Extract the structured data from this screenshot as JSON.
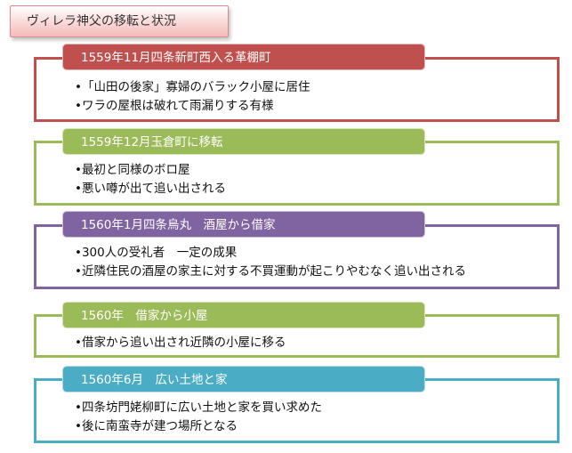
{
  "title": "ヴィレラ神父の移転と状況",
  "sections": [
    {
      "heading": "1559年11月四条新町西入る革棚町",
      "color": "#c0504d",
      "items": [
        "•「山田の後家」寡婦のバラック小屋に居住",
        "•ワラの屋根は破れて雨漏りする有様"
      ]
    },
    {
      "heading": "1559年12月玉倉町に移転",
      "color": "#9bbb59",
      "items": [
        "•最初と同様のボロ屋",
        "•悪い噂が出て追い出される"
      ]
    },
    {
      "heading": "1560年1月四条烏丸　酒屋から借家",
      "color": "#8064a2",
      "items": [
        "•300人の受礼者　一定の成果",
        "•近隣住民の酒屋の家主に対する不買運動が起こりやむなく追い出される"
      ]
    },
    {
      "heading": "1560年　借家から小屋",
      "color": "#9bbb59",
      "items": [
        "•借家から追い出され近隣の小屋に移る"
      ]
    },
    {
      "heading": "1560年6月　広い土地と家",
      "color": "#4bacc6",
      "items": [
        "•四条坊門姥柳町に広い土地と家を買い求めた",
        "•後に南蛮寺が建つ場所となる"
      ]
    }
  ]
}
